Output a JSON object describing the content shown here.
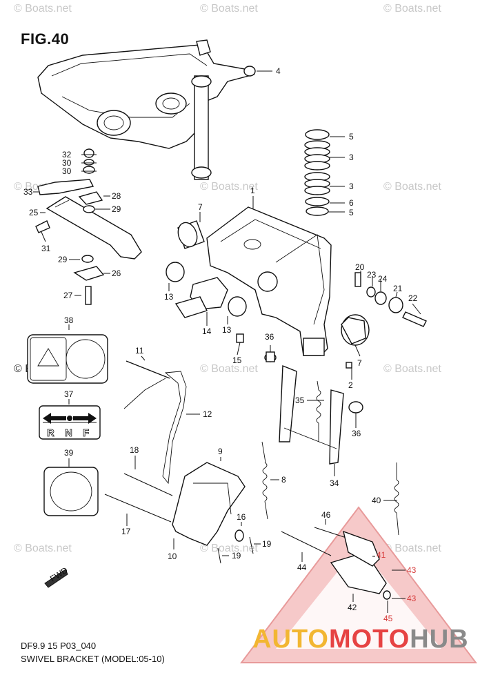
{
  "watermark": "© Boats.net",
  "figure": {
    "title": "FIG.40",
    "code": "DF9.9 15 P03_040",
    "caption": "SWIVEL BRACKET (MODEL:05-10)"
  },
  "brand": {
    "part1": "AUTO",
    "part2": "MOTO",
    "part3": "HUB"
  },
  "labels": {
    "p1": "1",
    "p2": "2",
    "p3a": "3",
    "p3b": "3",
    "p4": "4",
    "p5a": "5",
    "p5b": "5",
    "p6": "6",
    "p7a": "7",
    "p7b": "7",
    "p8": "8",
    "p9": "9",
    "p10": "10",
    "p11": "11",
    "p12": "12",
    "p13a": "13",
    "p13b": "13",
    "p14": "14",
    "p15": "15",
    "p16": "16",
    "p17": "17",
    "p18": "18",
    "p19a": "19",
    "p19b": "19",
    "p20": "20",
    "p21": "21",
    "p22": "22",
    "p23": "23",
    "p24": "24",
    "p25": "25",
    "p26": "26",
    "p27": "27",
    "p28": "28",
    "p29a": "29",
    "p29b": "29",
    "p30a": "30",
    "p30b": "30",
    "p31": "31",
    "p32": "32",
    "p33": "33",
    "p34": "34",
    "p35": "35",
    "p36a": "36",
    "p36b": "36",
    "p37": "37",
    "p38": "38",
    "p39": "39",
    "p40": "40",
    "p41": "41",
    "p42": "42",
    "p43a": "43",
    "p43b": "43",
    "p44": "44",
    "p45": "45",
    "p46": "46"
  },
  "shift_label": {
    "r": "R",
    "n": "N",
    "f": "F"
  },
  "fwd_label": "FWD",
  "colors": {
    "accent": "#d63a3a",
    "brand_yellow": "#f2b632",
    "brand_red": "#e64343",
    "brand_gray": "#8a8a8a"
  }
}
